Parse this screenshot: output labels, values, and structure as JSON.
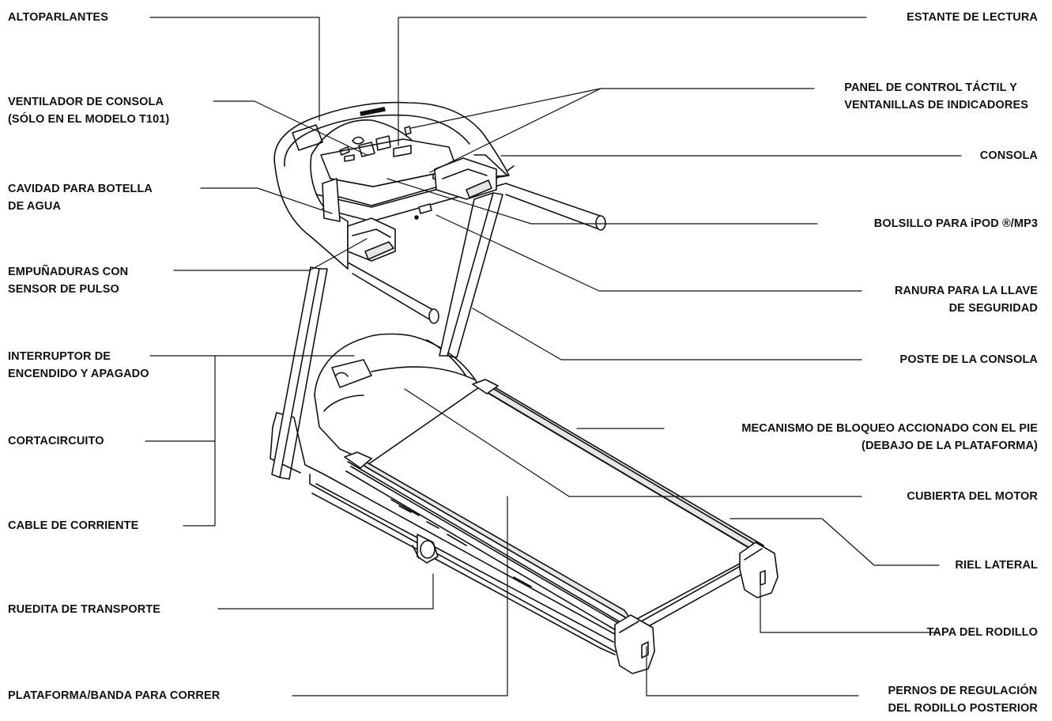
{
  "colors": {
    "line": "#111111",
    "fill": "#ffffff",
    "shade": "#e6e6e6"
  },
  "labels_left": [
    {
      "id": "altoparlantes",
      "lines": [
        "ALTOPARLANTES"
      ]
    },
    {
      "id": "ventilador",
      "lines": [
        "VENTILADOR DE CONSOLA",
        "(SÓLO EN EL MODELO T101)"
      ]
    },
    {
      "id": "cavidad",
      "lines": [
        "CAVIDAD PARA BOTELLA",
        "DE AGUA"
      ]
    },
    {
      "id": "empunaduras",
      "lines": [
        "EMPUÑADURAS CON",
        "SENSOR DE PULSO"
      ]
    },
    {
      "id": "interruptor",
      "lines": [
        "INTERRUPTOR DE",
        "ENCENDIDO Y APAGADO"
      ]
    },
    {
      "id": "cortacircuito",
      "lines": [
        "CORTACIRCUITO"
      ]
    },
    {
      "id": "cable",
      "lines": [
        "CABLE DE CORRIENTE"
      ]
    },
    {
      "id": "ruedita",
      "lines": [
        "RUEDITA DE TRANSPORTE"
      ]
    },
    {
      "id": "plataforma",
      "lines": [
        "PLATAFORMA/BANDA PARA CORRER"
      ]
    }
  ],
  "labels_right": [
    {
      "id": "estante",
      "lines": [
        "ESTANTE DE LECTURA"
      ]
    },
    {
      "id": "panel",
      "lines": [
        "PANEL DE CONTROL TÁCTIL Y",
        "VENTANILLAS DE INDICADORES"
      ]
    },
    {
      "id": "consola",
      "lines": [
        "CONSOLA"
      ]
    },
    {
      "id": "bolsillo",
      "lines": [
        "BOLSILLO PARA iPOD ®/MP3"
      ]
    },
    {
      "id": "ranura",
      "lines": [
        "RANURA PARA LA LLAVE",
        "DE SEGURIDAD"
      ]
    },
    {
      "id": "poste",
      "lines": [
        "POSTE DE LA CONSOLA"
      ]
    },
    {
      "id": "mecanismo",
      "lines": [
        "MECANISMO DE BLOQUEO ACCIONADO CON EL PIE",
        "(DEBAJO DE LA PLATAFORMA)"
      ]
    },
    {
      "id": "cubierta",
      "lines": [
        "CUBIERTA DEL MOTOR"
      ]
    },
    {
      "id": "riel",
      "lines": [
        "RIEL LATERAL"
      ]
    },
    {
      "id": "tapa",
      "lines": [
        "TAPA DEL RODILLO"
      ]
    },
    {
      "id": "pernos",
      "lines": [
        "PERNOS DE REGULACIÓN",
        "DEL RODILLO POSTERIOR"
      ]
    }
  ]
}
